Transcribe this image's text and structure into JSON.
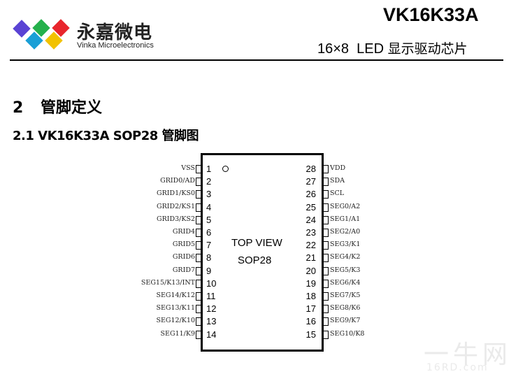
{
  "header": {
    "logo": {
      "company_cn": "永嘉微电",
      "company_en": "Vinka Microelectronics",
      "diamond_colors": [
        "#5a43d4",
        "#1a9fd6",
        "#25b14c",
        "#f2c200",
        "#e8262d"
      ]
    },
    "part_number": "VK16K33A",
    "subtitle_prefix": "16×8  LED ",
    "subtitle_cn": "显示驱动芯片"
  },
  "section": {
    "number": "2",
    "title": "管脚定义"
  },
  "subsection": {
    "title": "2.1 VK16K33A SOP28  管脚图"
  },
  "chip": {
    "view_label": "TOP VIEW",
    "package_label": "SOP28",
    "left_pins": [
      {
        "num": "1",
        "name": "VSS"
      },
      {
        "num": "2",
        "name": "GRID0/AD"
      },
      {
        "num": "3",
        "name": "GRID1/KS0"
      },
      {
        "num": "4",
        "name": "GRID2/KS1"
      },
      {
        "num": "5",
        "name": "GRID3/KS2"
      },
      {
        "num": "6",
        "name": "GRID4"
      },
      {
        "num": "7",
        "name": "GRID5"
      },
      {
        "num": "8",
        "name": "GRID6"
      },
      {
        "num": "9",
        "name": "GRID7"
      },
      {
        "num": "10",
        "name": "SEG15/K13/INT"
      },
      {
        "num": "11",
        "name": "SEG14/K12"
      },
      {
        "num": "12",
        "name": "SEG13/K11"
      },
      {
        "num": "13",
        "name": "SEG12/K10"
      },
      {
        "num": "14",
        "name": "SEG11/K9"
      }
    ],
    "right_pins": [
      {
        "num": "28",
        "name": "VDD"
      },
      {
        "num": "27",
        "name": "SDA"
      },
      {
        "num": "26",
        "name": "SCL"
      },
      {
        "num": "25",
        "name": "SEG0/A2"
      },
      {
        "num": "24",
        "name": "SEG1/A1"
      },
      {
        "num": "23",
        "name": "SEG2/A0"
      },
      {
        "num": "22",
        "name": "SEG3/K1"
      },
      {
        "num": "21",
        "name": "SEG4/K2"
      },
      {
        "num": "20",
        "name": "SEG5/K3"
      },
      {
        "num": "19",
        "name": "SEG6/K4"
      },
      {
        "num": "18",
        "name": "SEG7/K5"
      },
      {
        "num": "17",
        "name": "SEG8/K6"
      },
      {
        "num": "16",
        "name": "SEG9/K7"
      },
      {
        "num": "15",
        "name": "SEG10/K8"
      }
    ]
  },
  "watermark": {
    "cn": "一牛网",
    "en": "16RD.com"
  }
}
